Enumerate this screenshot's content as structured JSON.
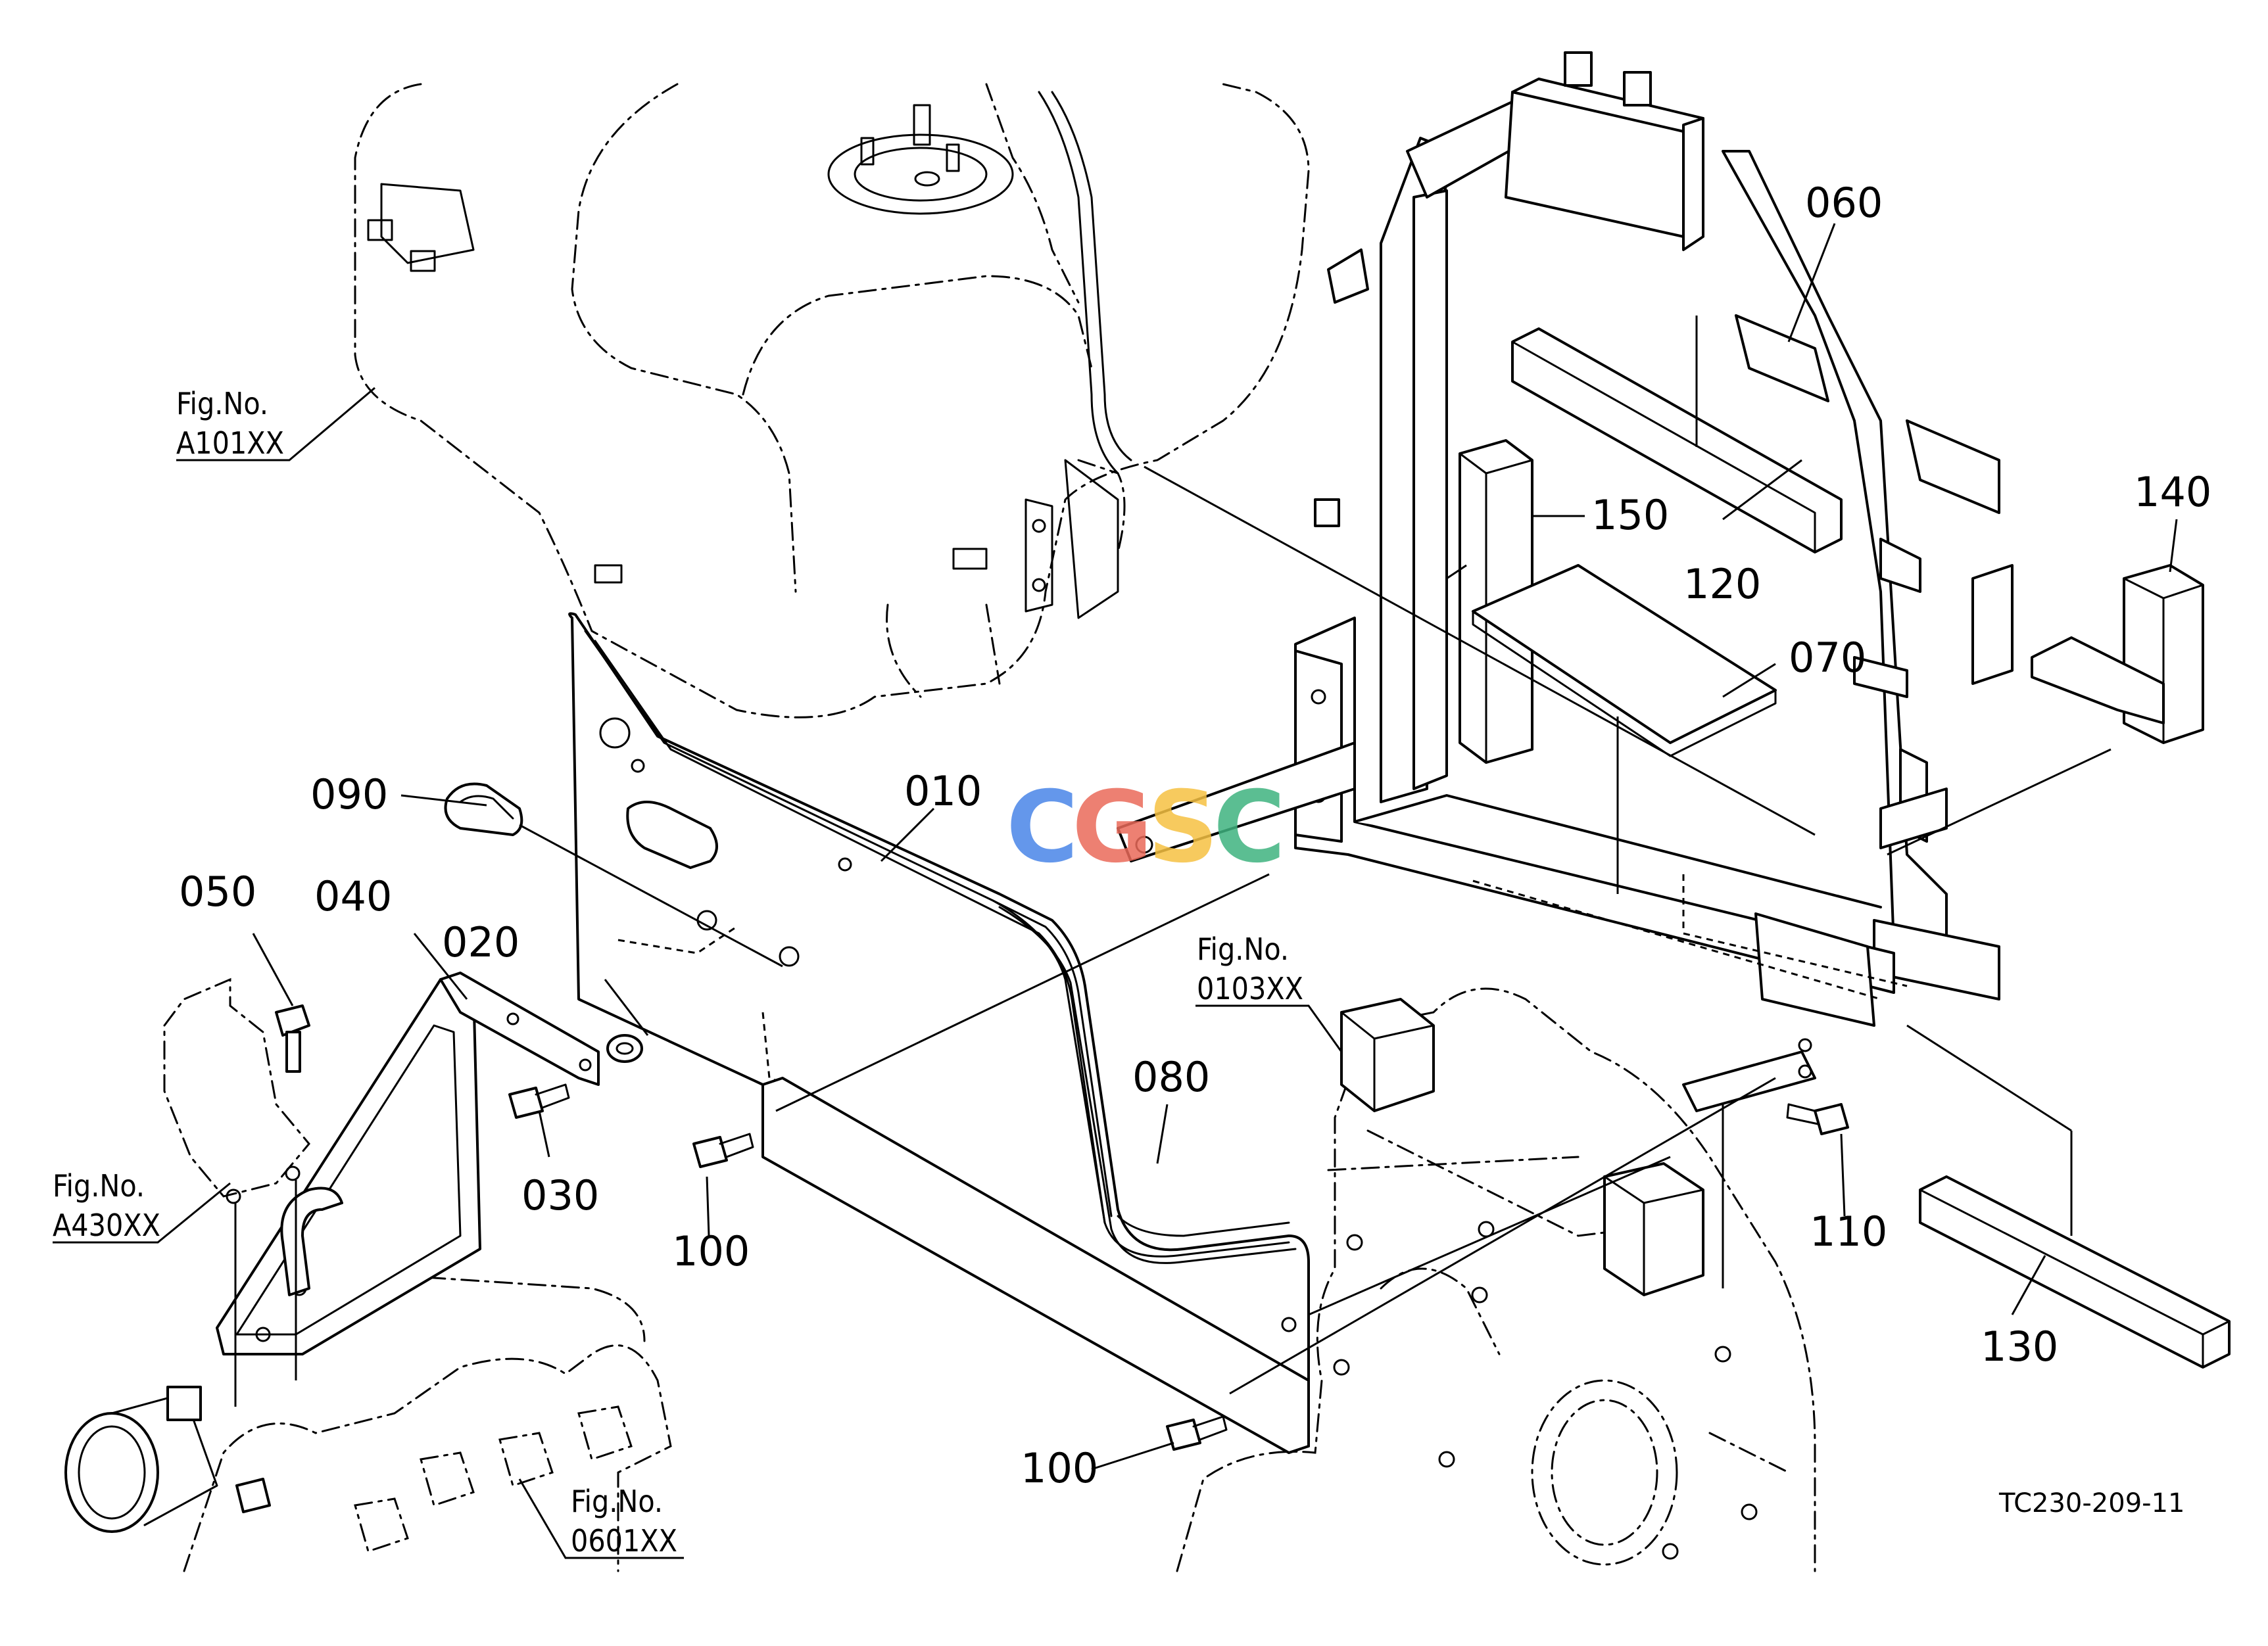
{
  "diagram": {
    "drawing_code": "TC230-209-11",
    "watermark": {
      "letters": [
        "C",
        "G",
        "S",
        "C"
      ],
      "colors": [
        "#4a86e8",
        "#ea6a5a",
        "#f6c142",
        "#3fb37f"
      ]
    },
    "callouts": {
      "p010": "010",
      "p020": "020",
      "p030": "030",
      "p040": "040",
      "p050": "050",
      "p060": "060",
      "p070": "070",
      "p080": "080",
      "p090": "090",
      "p100a": "100",
      "p100b": "100",
      "p110": "110",
      "p120": "120",
      "p130": "130",
      "p140": "140",
      "p150": "150"
    },
    "figure_refs": {
      "a101": {
        "label": "Fig.No.",
        "number": "A101XX"
      },
      "a430": {
        "label": "Fig.No.",
        "number": "A430XX"
      },
      "f0103": {
        "label": "Fig.No.",
        "number": "0103XX"
      },
      "f0601": {
        "label": "Fig.No.",
        "number": "0601XX"
      }
    }
  }
}
